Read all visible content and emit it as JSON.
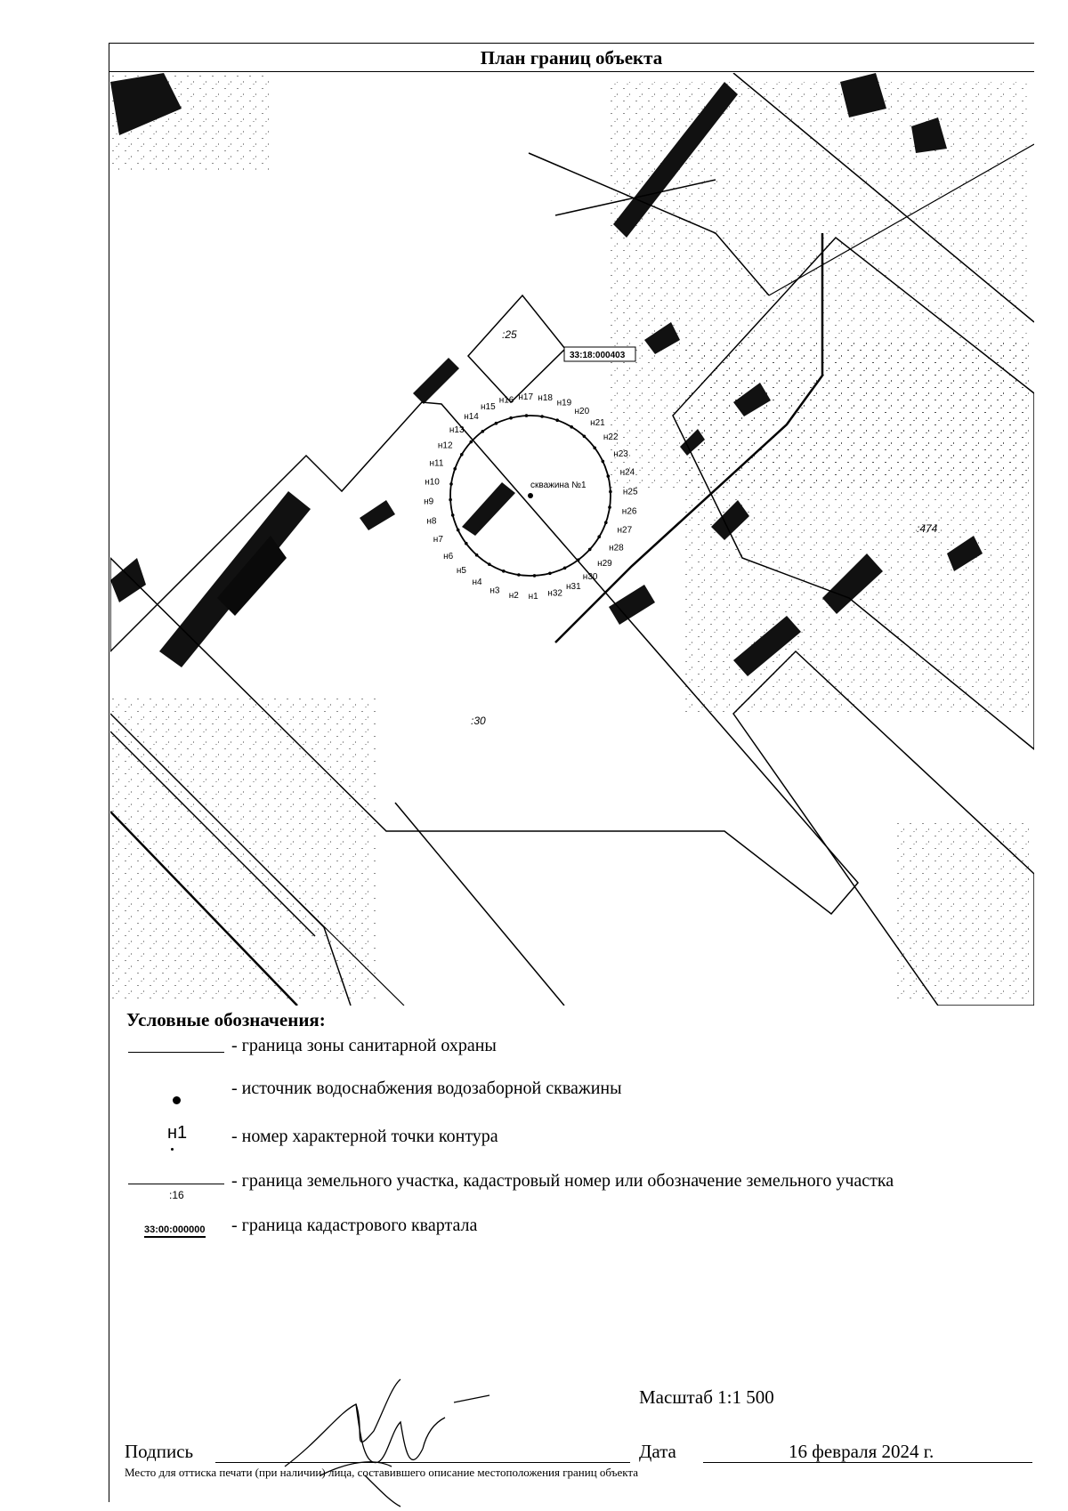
{
  "title": "План границ объекта",
  "map": {
    "parcel_labels": {
      "p30": ":30",
      "p25": ":25",
      "p474": ":474"
    },
    "quarter_label": "33:18:000403",
    "well_label": "скважина №1",
    "points": [
      "н1",
      "н2",
      "н3",
      "н4",
      "н5",
      "н6",
      "н7",
      "н8",
      "н9",
      "н10",
      "н11",
      "н12",
      "н13",
      "н14",
      "н15",
      "н16",
      "н17",
      "н18",
      "н19",
      "н20",
      "н21",
      "н22",
      "н23",
      "н24",
      "н25",
      "н26",
      "н27",
      "н28",
      "н29",
      "н30",
      "н31",
      "н32"
    ]
  },
  "legend": {
    "title": "Условные обозначения:",
    "items": [
      {
        "text": "- граница зоны санитарной охраны"
      },
      {
        "text": "- источник водоснабжения водозаборной скважины"
      },
      {
        "symbol": "н1",
        "text": "- номер характерной точки контура"
      },
      {
        "symbol": ":16",
        "text": "- граница земельного участка, кадастровый номер или обозначение земельного участка"
      },
      {
        "symbol": "33:00:000000",
        "text": "- граница кадастрового квартала"
      }
    ]
  },
  "footer": {
    "scale": "Масштаб 1:1 500",
    "sign_label": "Подпись",
    "date_label": "Дата",
    "date_value": "16 февраля 2024 г.",
    "stamp_note": "Место для оттиска печати (при наличии) лица, составившего описание местоположения границ объекта"
  }
}
